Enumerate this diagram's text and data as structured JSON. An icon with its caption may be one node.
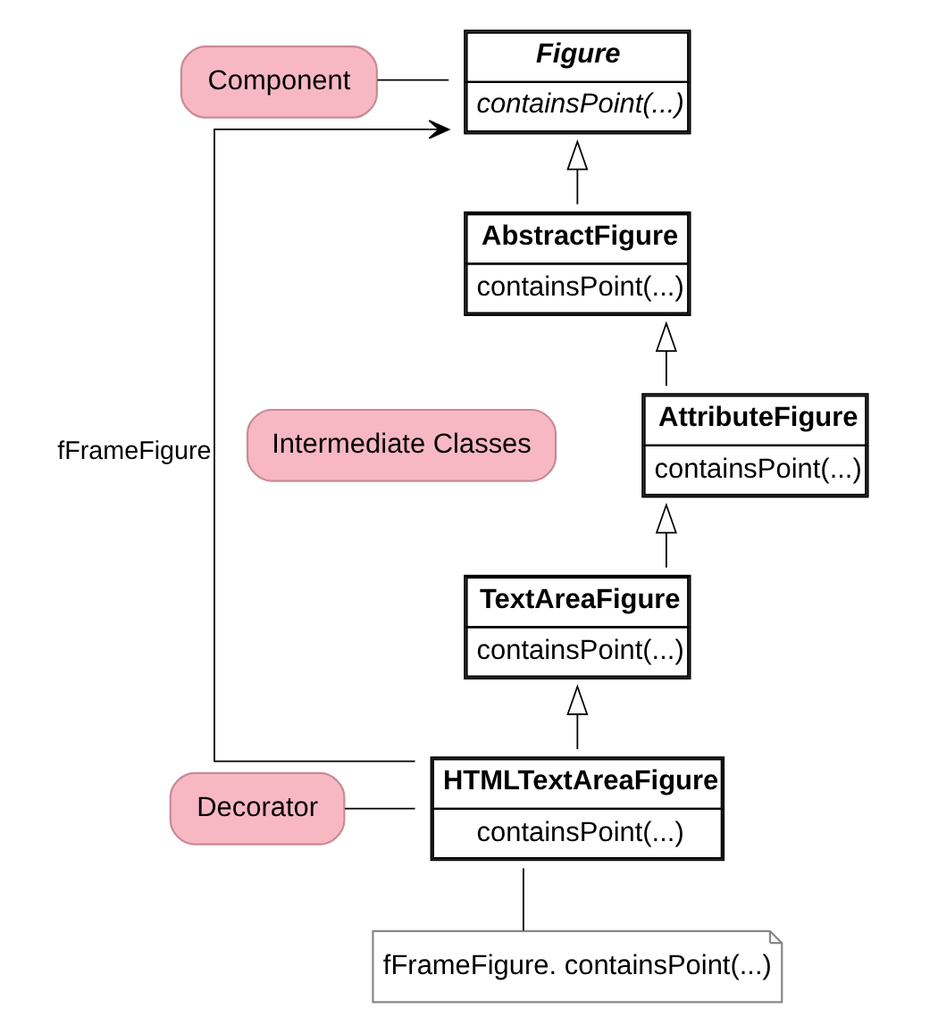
{
  "diagram": {
    "nodes": [
      {
        "text": [
          "Component"
        ]
      },
      {
        "text": [
          "Figure",
          "containsPoint(...)"
        ]
      },
      {
        "text": [
          "Intermediate Classes"
        ]
      },
      {
        "text": [
          "AbstractFigure",
          "containsPoint(...)"
        ]
      },
      {
        "text": [
          "AttributeFigure",
          "containsPoint(...)"
        ]
      },
      {
        "text": [
          "TextAreaFigure",
          "containsPoint(...)"
        ]
      },
      {
        "text": [
          "Decorator"
        ]
      },
      {
        "text": [
          "HTMLTextAreaFigure",
          "containsPoint(...)"
        ]
      },
      {
        "text": [
          "fFrameFigure. containsPoint(...)"
        ]
      }
    ],
    "edges": [
      {
        "from": 0,
        "to": 1,
        "arrow": "none"
      },
      {
        "from": 3,
        "to": 1,
        "arrow": "to"
      },
      {
        "from": 4,
        "to": 3,
        "arrow": "to"
      },
      {
        "from": 5,
        "to": 4,
        "arrow": "to"
      },
      {
        "from": 7,
        "to": 5,
        "arrow": "to"
      },
      {
        "from": 7,
        "to": 1,
        "arrow": "to",
        "label": "fFrameFigure"
      },
      {
        "from": 6,
        "to": 7,
        "arrow": "none"
      },
      {
        "from": 7,
        "to": 8,
        "arrow": "none"
      }
    ]
  }
}
